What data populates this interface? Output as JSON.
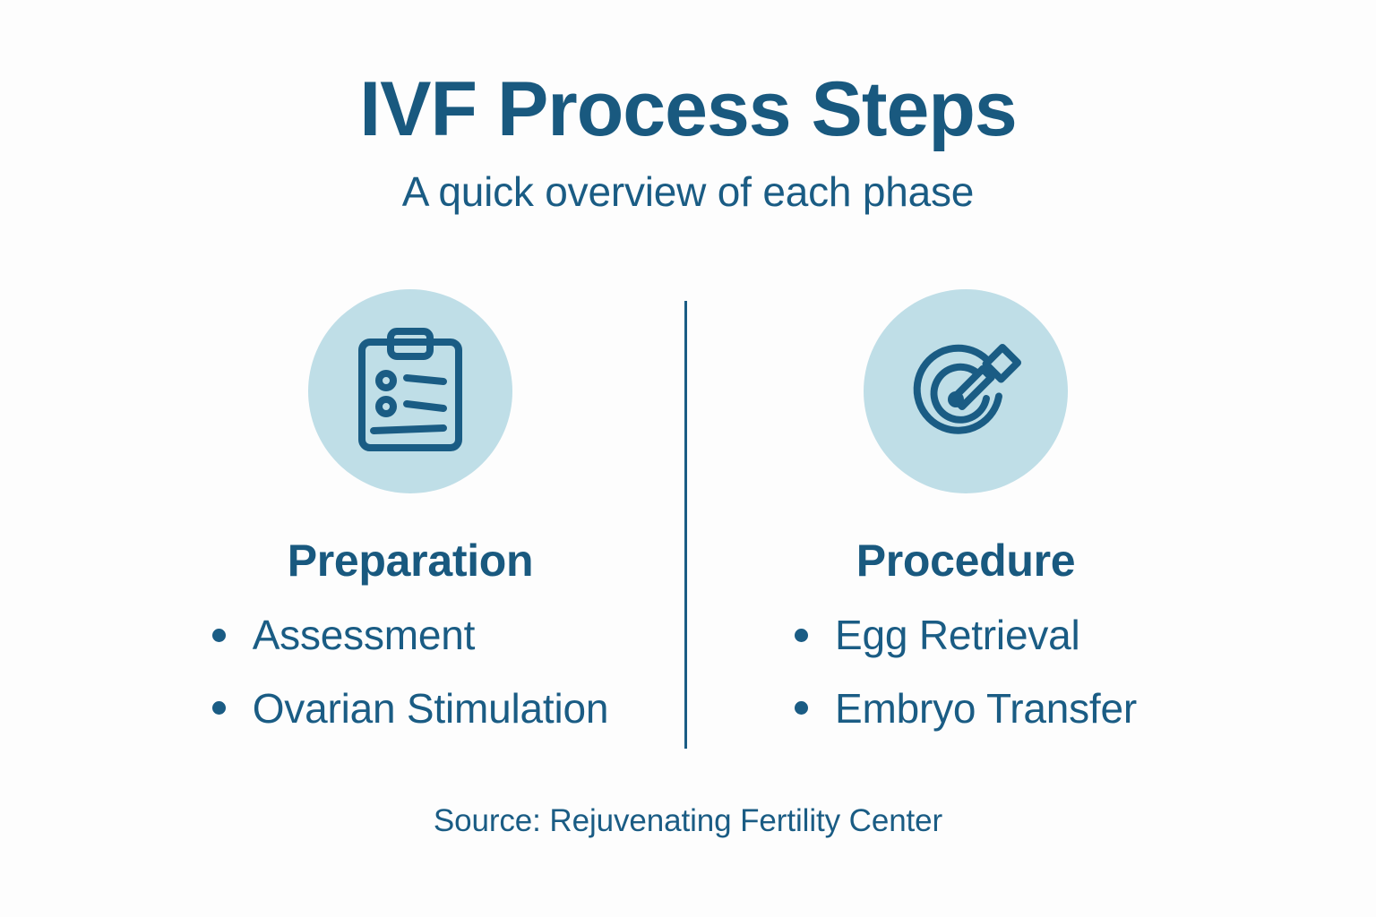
{
  "header": {
    "title": "IVF Process Steps",
    "subtitle": "A quick overview of each phase"
  },
  "columns": [
    {
      "icon": "clipboard-checklist-icon",
      "title": "Preparation",
      "bullets": [
        "Assessment",
        "Ovarian Stimulation"
      ]
    },
    {
      "icon": "egg-retrieval-needle-icon",
      "title": "Procedure",
      "bullets": [
        "Egg Retrieval",
        "Embryo Transfer"
      ]
    }
  ],
  "footer": {
    "source": "Source: Rejuvenating Fertility Center"
  },
  "colors": {
    "background": "#fdfdfd",
    "primary_blue": "#1a5c84",
    "title_blue": "#19597f",
    "icon_circle_fill": "#bfdee7",
    "icon_stroke": "#1a5c84",
    "divider": "#1a5c84"
  }
}
